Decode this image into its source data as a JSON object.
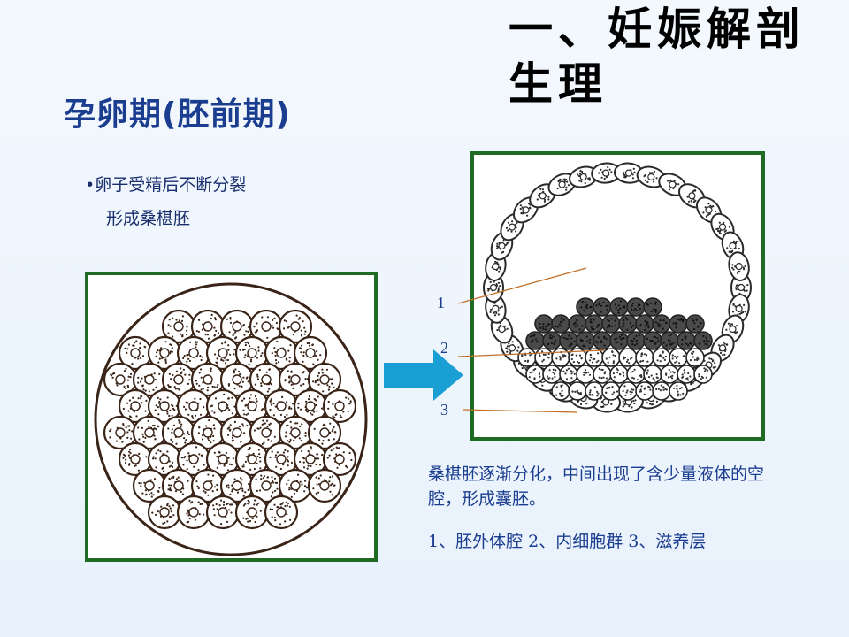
{
  "slide": {
    "title": "一、妊娠解剖生理",
    "subtitle": "孕卵期(胚前期)",
    "bullet_line1": "•卵子受精后不断分裂",
    "bullet_line2": "形成桑椹胚",
    "figure_left": {
      "name": "桑椹胚"
    },
    "figure_right": {
      "labels": [
        "1",
        "2",
        "3"
      ]
    },
    "description": "桑椹胚逐渐分化，中间出现了含少量液体的空腔，形成囊胚。",
    "legend": "1、胚外体腔 2、内细胞群 3、滋养层",
    "colors": {
      "frame": "#1f6b26",
      "arrow": "#1a9fd4",
      "text_blue": "#1a3d8f",
      "leader": "#c0702a"
    }
  }
}
